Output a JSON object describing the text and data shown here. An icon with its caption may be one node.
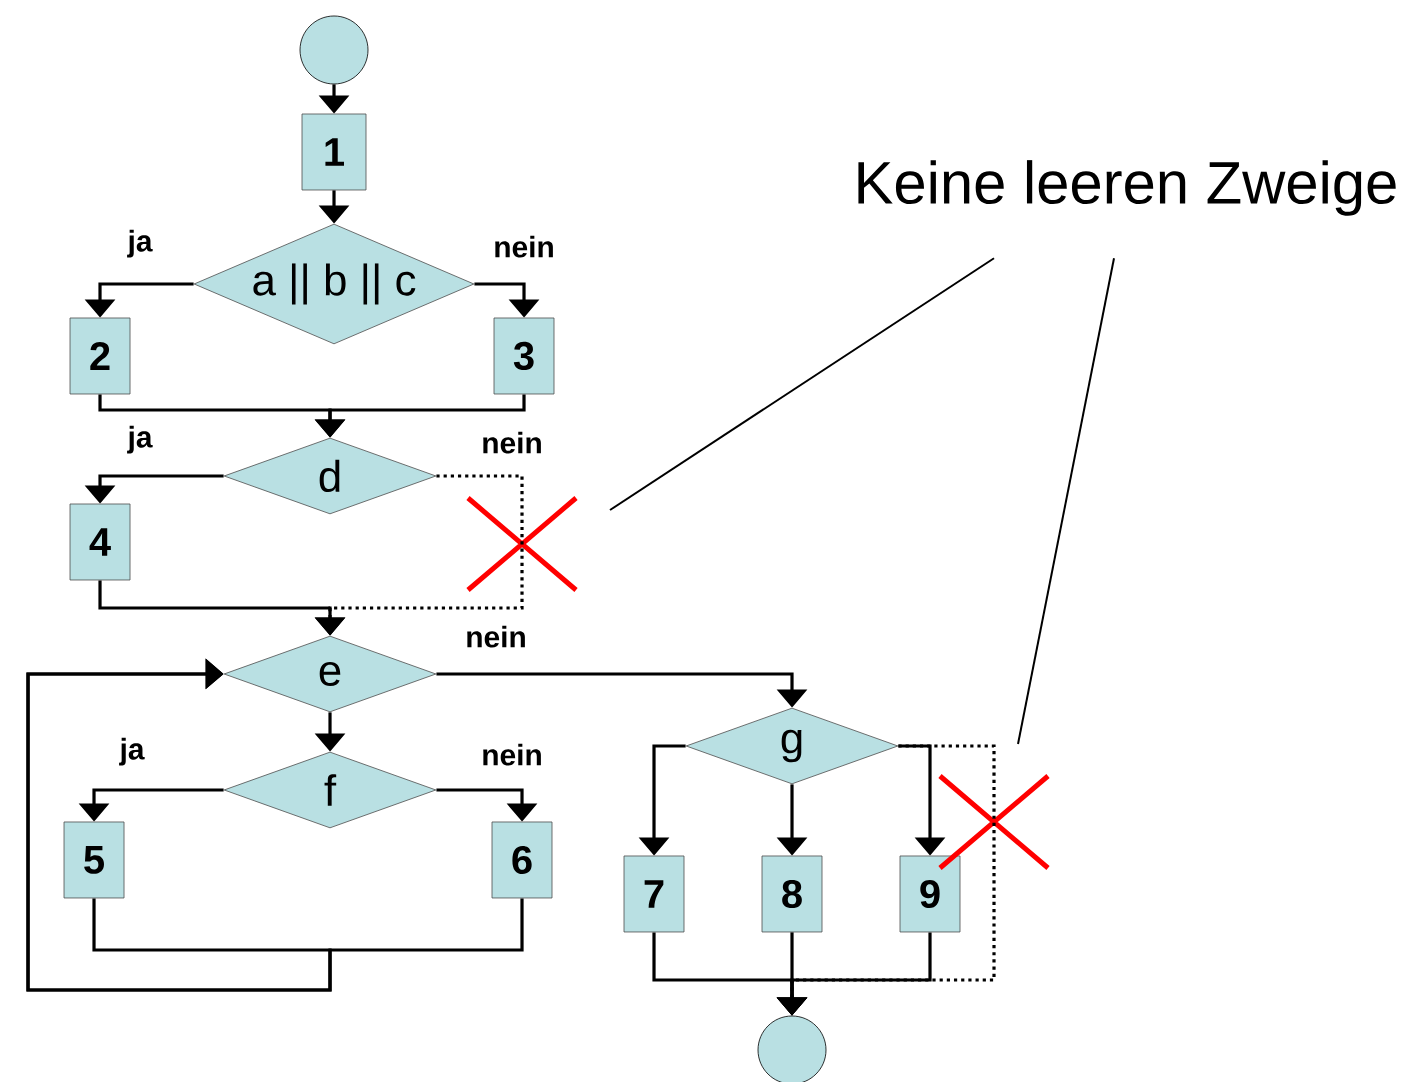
{
  "diagram": {
    "nodes": [
      {
        "text": [],
        "shape": "circle"
      },
      {
        "text": [
          "1"
        ]
      },
      {
        "text": [
          "a || b || c"
        ]
      },
      {
        "text": [
          "2"
        ]
      },
      {
        "text": [
          "3"
        ]
      },
      {
        "text": [
          "d"
        ]
      },
      {
        "text": [
          "4"
        ]
      },
      {
        "text": [
          "e"
        ]
      },
      {
        "text": [
          "f"
        ]
      },
      {
        "text": [
          "5"
        ]
      },
      {
        "text": [
          "6"
        ]
      },
      {
        "text": [
          "g"
        ]
      },
      {
        "text": [
          "7"
        ]
      },
      {
        "text": [
          "8"
        ]
      },
      {
        "text": [
          "9"
        ]
      },
      {
        "text": [],
        "shape": "circle"
      },
      {
        "text": [
          "Keine leeren Zweige"
        ]
      }
    ],
    "edges": [
      {
        "from": 0,
        "to": 1,
        "arrow": "to"
      },
      {
        "from": 1,
        "to": 2,
        "arrow": "to"
      },
      {
        "from": 2,
        "to": 3,
        "arrow": "to",
        "label": "ja"
      },
      {
        "from": 2,
        "to": 4,
        "arrow": "to",
        "label": "nein"
      },
      {
        "from": 3,
        "to": 5,
        "arrow": "to"
      },
      {
        "from": 4,
        "to": 5,
        "arrow": "to"
      },
      {
        "from": 5,
        "to": 6,
        "arrow": "to",
        "label": "ja"
      },
      {
        "from": 5,
        "to": 7,
        "arrow": "to",
        "label": "nein",
        "style": "dashed"
      },
      {
        "from": 6,
        "to": 7,
        "arrow": "to"
      },
      {
        "from": 7,
        "to": 8,
        "arrow": "to"
      },
      {
        "from": 7,
        "to": 11,
        "arrow": "to",
        "label": "nein"
      },
      {
        "from": 8,
        "to": 9,
        "arrow": "to",
        "label": "ja"
      },
      {
        "from": 8,
        "to": 10,
        "arrow": "to",
        "label": "nein"
      },
      {
        "from": 9,
        "to": 7,
        "arrow": "to"
      },
      {
        "from": 10,
        "to": 7,
        "arrow": "to"
      },
      {
        "from": 11,
        "to": 12,
        "arrow": "to"
      },
      {
        "from": 11,
        "to": 13,
        "arrow": "to"
      },
      {
        "from": 11,
        "to": 14,
        "arrow": "to"
      },
      {
        "from": 11,
        "to": 15,
        "arrow": "to",
        "style": "dashed"
      },
      {
        "from": 12,
        "to": 15,
        "arrow": "to"
      },
      {
        "from": 13,
        "to": 15,
        "arrow": "to"
      },
      {
        "from": 14,
        "to": 15,
        "arrow": "to"
      },
      {
        "from": 16,
        "to": null,
        "arrow": "none"
      },
      {
        "from": 16,
        "to": null,
        "arrow": "none"
      }
    ]
  }
}
